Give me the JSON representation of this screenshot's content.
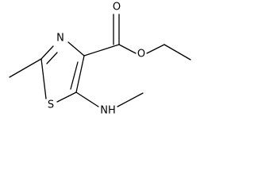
{
  "molecule": {
    "atoms": {
      "oxygen_carbonyl": "O",
      "oxygen_ester": "O",
      "nitrogen_ring": "N",
      "sulfur_ring": "S",
      "amine_group": "NH"
    },
    "colors": {
      "bond": "#000000",
      "label": "#000000",
      "background": "#ffffff"
    }
  }
}
